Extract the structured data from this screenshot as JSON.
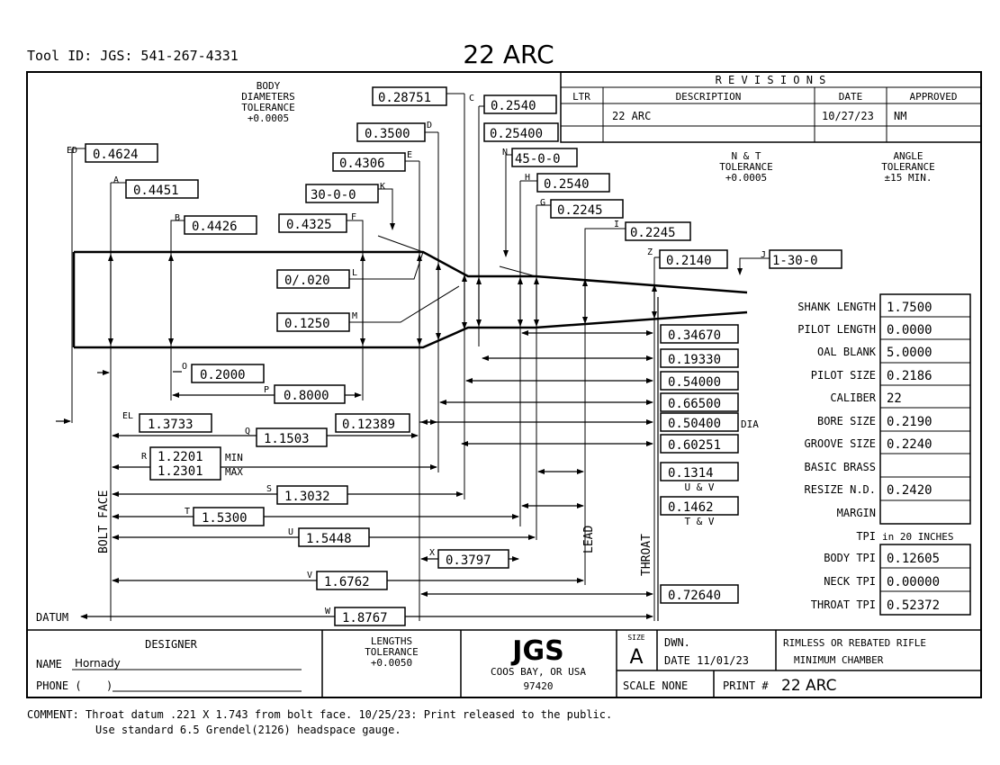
{
  "header": {
    "tool_id": "Tool ID: JGS: 541-267-4331",
    "title": "22 ARC"
  },
  "notes": {
    "body_diameters": [
      "BODY",
      "DIAMETERS",
      "TOLERANCE",
      "+0.0005"
    ],
    "nt_tolerance": [
      "N & T",
      "TOLERANCE",
      "+0.0005"
    ],
    "angle_tolerance": [
      "ANGLE",
      "TOLERANCE",
      "±15 MIN."
    ]
  },
  "revisions": {
    "title": "R E V I S I O N S",
    "headers": [
      "LTR",
      "DESCRIPTION",
      "DATE",
      "APPROVED"
    ],
    "rows": [
      [
        "",
        "22 ARC",
        "10/27/23",
        "NM"
      ],
      [
        "",
        "",
        "",
        ""
      ]
    ]
  },
  "dims": {
    "ED": "0.4624",
    "A": "0.4451",
    "B": "0.4426",
    "F": "0.4325",
    "E": "0.4306",
    "D": "0.3500",
    "K": "30-0-0",
    "C1": "0.28751",
    "C2": "0.2540",
    "C3": "0.25400",
    "N": "45-0-0",
    "H": "0.2540",
    "G": "0.2245",
    "I": "0.2245",
    "Z": "0.2140",
    "J": "1-30-0",
    "L": "0/.020",
    "M": "0.1250",
    "O": "0.2000",
    "P": "0.8000",
    "EL": "1.3733",
    "Q": "1.1503",
    "Q2": "0.12389",
    "R_min": "1.2201",
    "R_max": "1.2301",
    "S": "1.3032",
    "T": "1.5300",
    "U": "1.5448",
    "V": "1.6762",
    "W": "1.8767",
    "X": "0.3797"
  },
  "dim_letters": {
    "ED": "ED",
    "A": "A",
    "B": "B",
    "F": "F",
    "E": "E",
    "D": "D",
    "K": "K",
    "C": "C",
    "N": "N",
    "H": "H",
    "G": "G",
    "I": "I",
    "Z": "Z",
    "J": "J",
    "L": "L",
    "M": "M",
    "O": "O",
    "P": "P",
    "EL": "EL",
    "Q": "Q",
    "R": "R",
    "S": "S",
    "T": "T",
    "U": "U",
    "V": "V",
    "W": "W",
    "X": "X"
  },
  "right_dims": [
    "0.34670",
    "0.19330",
    "0.54000",
    "0.66500",
    "0.50400",
    "0.60251",
    "0.1314",
    "0.1462",
    "0.72640"
  ],
  "right_dim_notes": {
    "dia": "DIA",
    "uv": "U & V",
    "tv": "T & V"
  },
  "r_labels": {
    "min": "MIN",
    "max": "MAX"
  },
  "vertical_labels": {
    "bolt_face": "BOLT FACE",
    "lead": "LEAD",
    "throat": "THROAT",
    "datum": "DATUM"
  },
  "specs": [
    {
      "label": "SHANK LENGTH",
      "value": "1.7500"
    },
    {
      "label": "PILOT LENGTH",
      "value": "0.0000"
    },
    {
      "label": "OAL BLANK",
      "value": "5.0000"
    },
    {
      "label": "PILOT SIZE",
      "value": "0.2186"
    },
    {
      "label": "CALIBER",
      "value": "22"
    },
    {
      "label": "BORE SIZE",
      "value": "0.2190"
    },
    {
      "label": "GROOVE SIZE",
      "value": "0.2240"
    },
    {
      "label": "BASIC BRASS",
      "value": ""
    },
    {
      "label": "RESIZE N.D.",
      "value": "0.2420"
    },
    {
      "label": "MARGIN",
      "value": ""
    }
  ],
  "tpi": {
    "header_label": "TPI",
    "header_value": "in 20 INCHES",
    "rows": [
      {
        "label": "BODY TPI",
        "value": "0.12605"
      },
      {
        "label": "NECK TPI",
        "value": "0.00000"
      },
      {
        "label": "THROAT TPI",
        "value": "0.52372"
      }
    ]
  },
  "title_block": {
    "designer_label": "DESIGNER",
    "name_label": "NAME",
    "name_value": "Hornady",
    "phone_label": "PHONE (",
    "phone_mid": ")",
    "lengths_tol": [
      "LENGTHS",
      "TOLERANCE",
      "+0.0050"
    ],
    "company": "JGS",
    "city": "COOS BAY, OR USA",
    "zip": "97420",
    "size_label": "SIZE",
    "size_value": "A",
    "dwn_label": "DWN.",
    "date_label": "DATE 11/01/23",
    "chamber": [
      "RIMLESS OR REBATED RIFLE",
      "MINIMUM CHAMBER"
    ],
    "scale_label": "SCALE  NONE",
    "print_label": "PRINT #",
    "print_value": "22 ARC"
  },
  "comment": {
    "line1": "COMMENT: Throat datum .221 X 1.743 from bolt face. 10/25/23: Print released to the public.",
    "line2": "Use standard 6.5 Grendel(2126) headspace gauge."
  }
}
